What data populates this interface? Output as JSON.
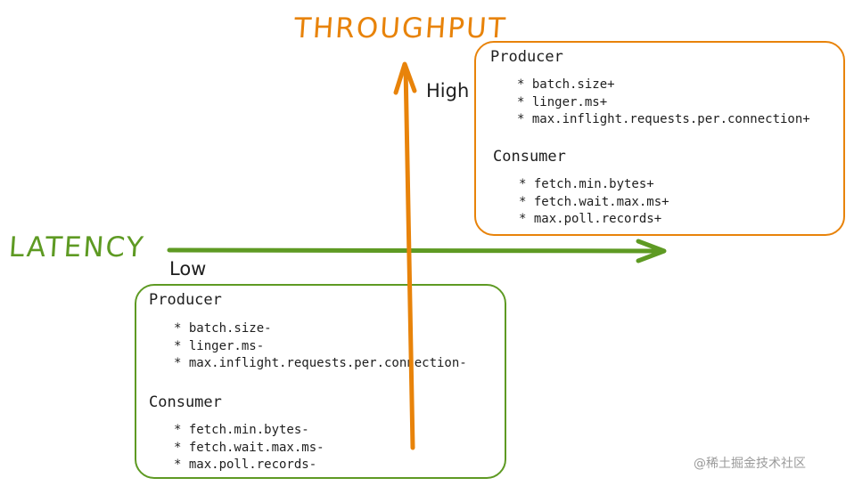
{
  "throughput": {
    "title": "THROUGHPUT",
    "high_label": "High",
    "color": "#e8830a",
    "producer": {
      "title": "Producer",
      "items": [
        "batch.size+",
        "linger.ms+",
        "max.inflight.requests.per.connection+"
      ]
    },
    "consumer": {
      "title": "Consumer",
      "items": [
        "fetch.min.bytes+",
        "fetch.wait.max.ms+",
        "max.poll.records+"
      ]
    }
  },
  "latency": {
    "title": "LATENCY",
    "low_label": "Low",
    "color": "#5e9a23",
    "producer": {
      "title": "Producer",
      "items": [
        "batch.size-",
        "linger.ms-",
        "max.inflight.requests.per.connection-"
      ]
    },
    "consumer": {
      "title": "Consumer",
      "items": [
        "fetch.min.bytes-",
        "fetch.wait.max.ms-",
        "max.poll.records-"
      ]
    }
  },
  "watermark": "@稀土掘金技术社区"
}
